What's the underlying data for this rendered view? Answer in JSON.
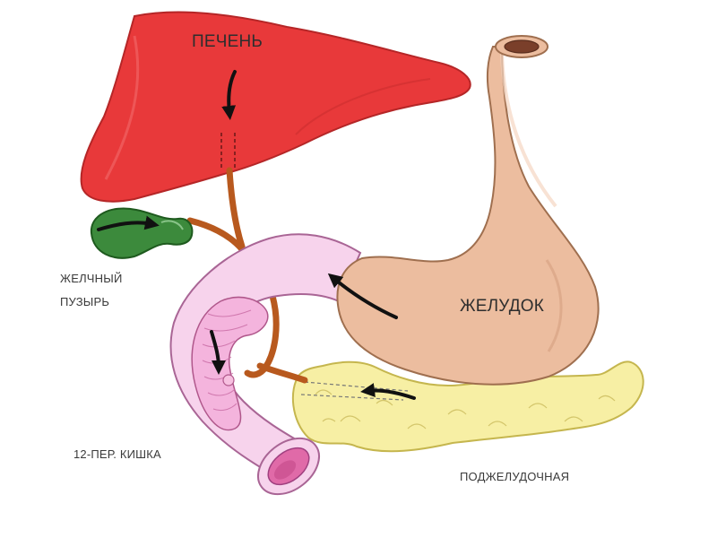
{
  "labels": {
    "liver": "ПЕЧЕНЬ",
    "stomach": "ЖЕЛУДОК",
    "gallbladder_line1": "ЖЕЛЧНЫЙ",
    "gallbladder_line2": "ПУЗЫРЬ",
    "duodenum": "12-ПЕР. КИШКА",
    "pancreas": "ПОДЖЕЛУДОЧНАЯ"
  },
  "colors": {
    "liver": "#e8393a",
    "gallbladder": "#3c8a3c",
    "bile_duct": "#b8591e",
    "stomach": "#ecbd9f",
    "duodenum": "#f7d3ec",
    "pancreas": "#f7efa4",
    "arrow": "#111111"
  }
}
